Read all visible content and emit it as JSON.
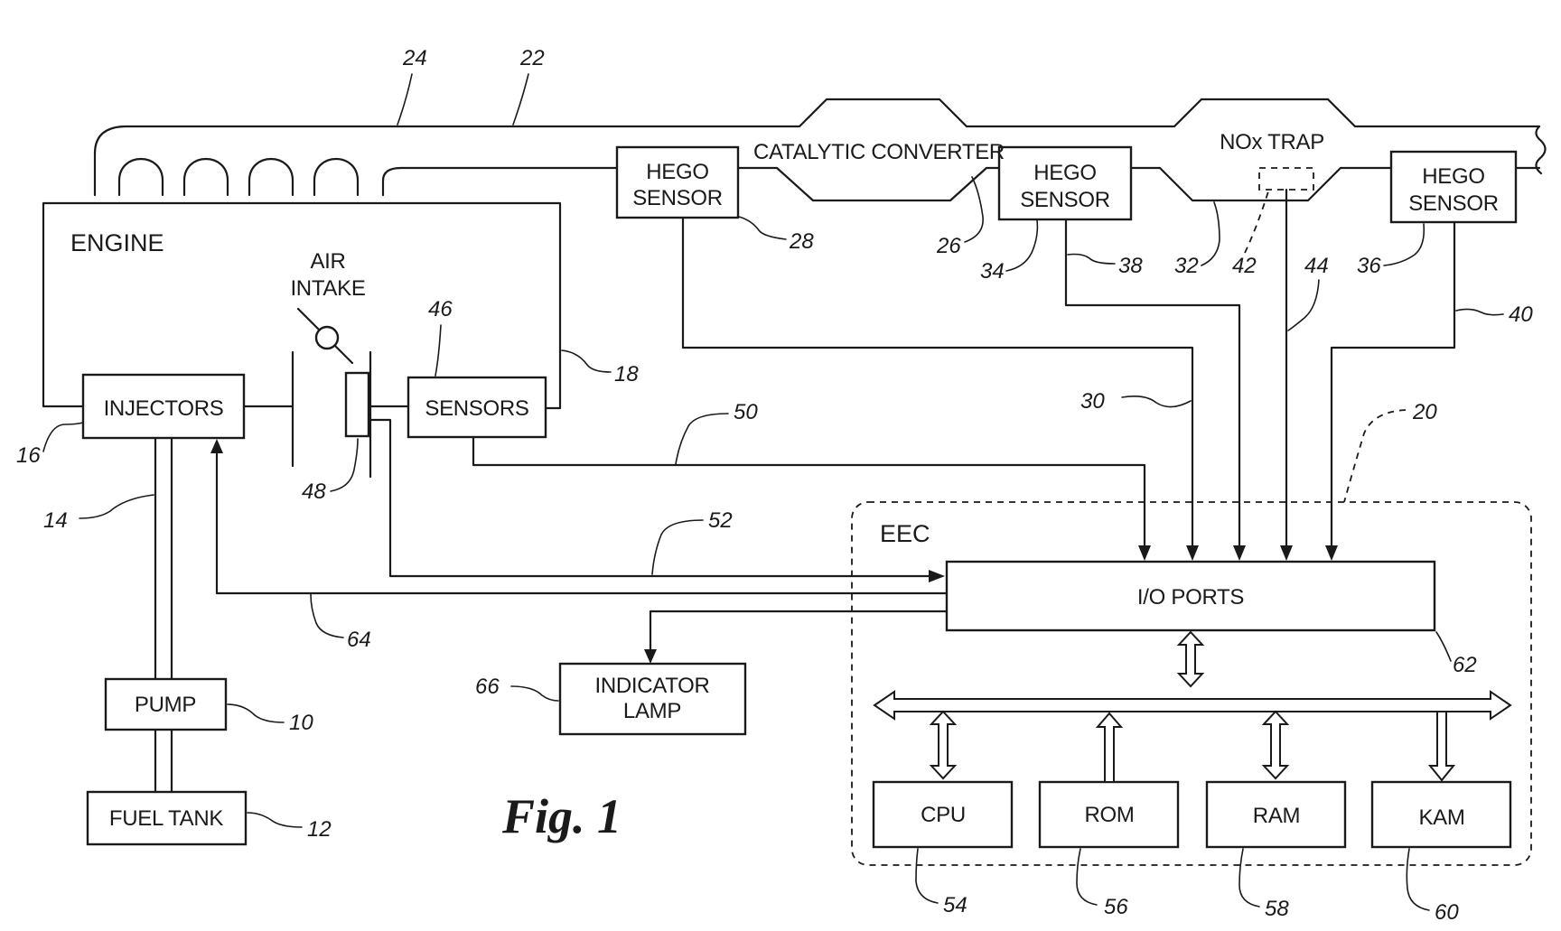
{
  "labels": {
    "engine": "ENGINE",
    "air_intake_line1": "AIR",
    "air_intake_line2": "INTAKE",
    "injectors": "INJECTORS",
    "sensors": "SENSORS",
    "pump": "PUMP",
    "fuel_tank": "FUEL TANK",
    "hego_line1": "HEGO",
    "hego_line2": "SENSOR",
    "catalytic_converter": "CATALYTIC CONVERTER",
    "nox_trap": "NOx TRAP",
    "eec": "EEC",
    "io_ports": "I/O PORTS",
    "indicator_line1": "INDICATOR",
    "indicator_line2": "LAMP",
    "cpu": "CPU",
    "rom": "ROM",
    "ram": "RAM",
    "kam": "KAM",
    "figure": "Fig. 1"
  },
  "refs": {
    "r10": "10",
    "r12": "12",
    "r14": "14",
    "r16": "16",
    "r18": "18",
    "r20": "20",
    "r22": "22",
    "r24": "24",
    "r26": "26",
    "r28": "28",
    "r30": "30",
    "r32": "32",
    "r34": "34",
    "r36": "36",
    "r38": "38",
    "r40": "40",
    "r42": "42",
    "r44": "44",
    "r46": "46",
    "r48": "48",
    "r50": "50",
    "r52": "52",
    "r54": "54",
    "r56": "56",
    "r58": "58",
    "r60": "60",
    "r62": "62",
    "r64": "64",
    "r66": "66"
  },
  "colors": {
    "ink": "#1a1a1a",
    "paper": "#ffffff"
  }
}
